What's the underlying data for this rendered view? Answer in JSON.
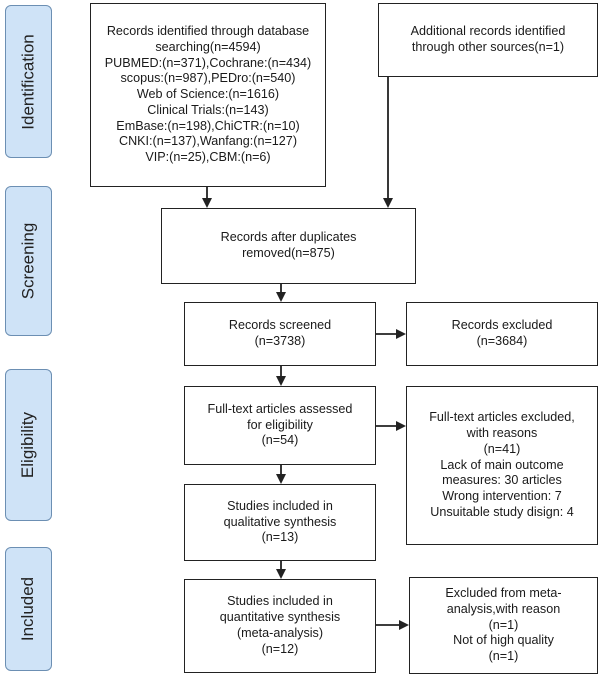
{
  "phases": {
    "identification": "Identification",
    "screening": "Screening",
    "eligibility": "Eligibility",
    "included": "Included"
  },
  "boxes": {
    "database_records": [
      "Records identified through database",
      "searching(n=4594)",
      "PUBMED:(n=371),Cochrane:(n=434)",
      "scopus:(n=987),PEDro:(n=540)",
      "Web of Science:(n=1616)",
      "Clinical Trials:(n=143)",
      "EmBase:(n=198),ChiCTR:(n=10)",
      "CNKI:(n=137),Wanfang:(n=127)",
      "VIP:(n=25),CBM:(n=6)"
    ],
    "other_sources": [
      "Additional records identified",
      "through other sources(n=1)"
    ],
    "after_duplicates": [
      "Records after duplicates",
      "removed(n=875)"
    ],
    "screened": [
      "Records screened",
      "(n=3738)"
    ],
    "excluded": [
      "Records excluded",
      "(n=3684)"
    ],
    "fulltext_assessed": [
      "Full-text articles assessed",
      "for eligibility",
      "(n=54)"
    ],
    "fulltext_excluded": [
      "Full-text articles excluded,",
      "with reasons",
      "(n=41)",
      "Lack of main outcome",
      "measures: 30 articles",
      "Wrong intervention: 7",
      "Unsuitable study disign: 4"
    ],
    "qualitative": [
      "Studies included in",
      "qualitative synthesis",
      "(n=13)"
    ],
    "quantitative": [
      "Studies included in",
      "quantitative synthesis",
      "(meta-analysis)",
      "(n=12)"
    ],
    "meta_excluded": [
      "Excluded from meta-",
      "analysis,with reason",
      "(n=1)",
      "Not of high quality",
      "(n=1)"
    ]
  }
}
